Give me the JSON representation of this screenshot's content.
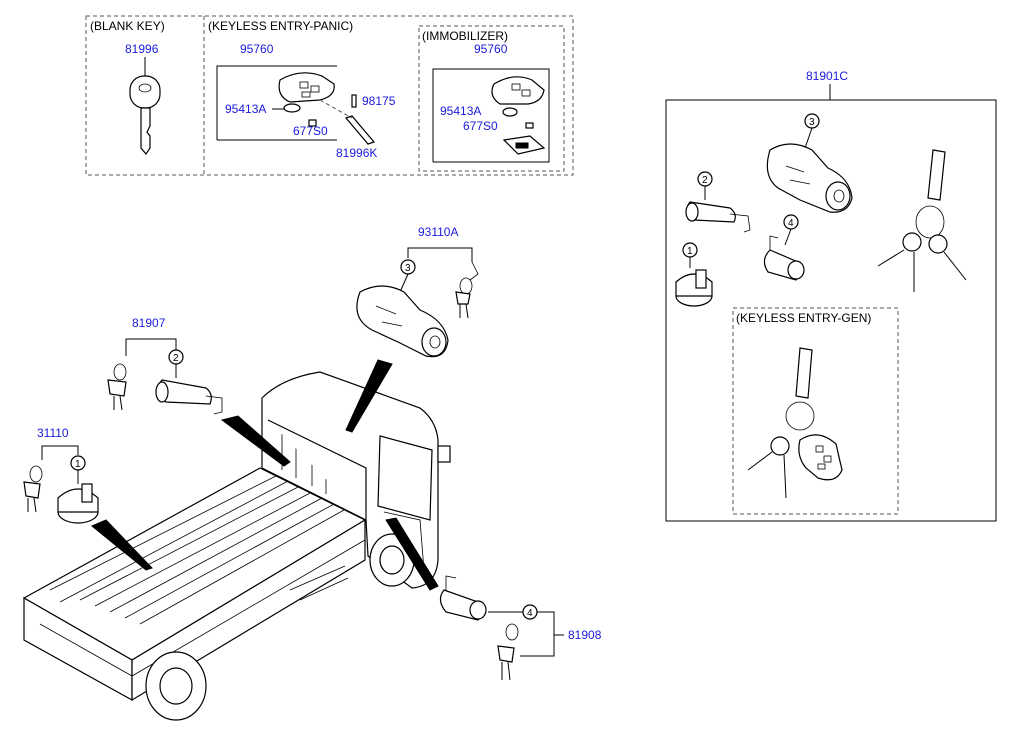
{
  "groups": {
    "blank_key": "(BLANK KEY)",
    "keyless_panic": "(KEYLESS ENTRY-PANIC)",
    "immobilizer": "(IMMOBILIZER)",
    "keyless_gen": "(KEYLESS ENTRY-GEN)"
  },
  "parts": {
    "p81996": "81996",
    "p95760_a": "95760",
    "p95760_b": "95760",
    "p95413A_a": "95413A",
    "p95413A_b": "95413A",
    "p98175": "98175",
    "p677S0_a": "677S0",
    "p677S0_b": "677S0",
    "p81996K": "81996K",
    "p81901C": "81901C",
    "p93110A": "93110A",
    "p81907": "81907",
    "p31110": "31110",
    "p81908": "81908"
  },
  "callouts": {
    "c1": "1",
    "c2": "2",
    "c3": "3",
    "c4": "4",
    "k1": "1",
    "k2": "2",
    "k3": "3",
    "k4": "4"
  },
  "colors": {
    "part_number": "#1a1adb",
    "line": "#000000",
    "background": "#ffffff"
  }
}
